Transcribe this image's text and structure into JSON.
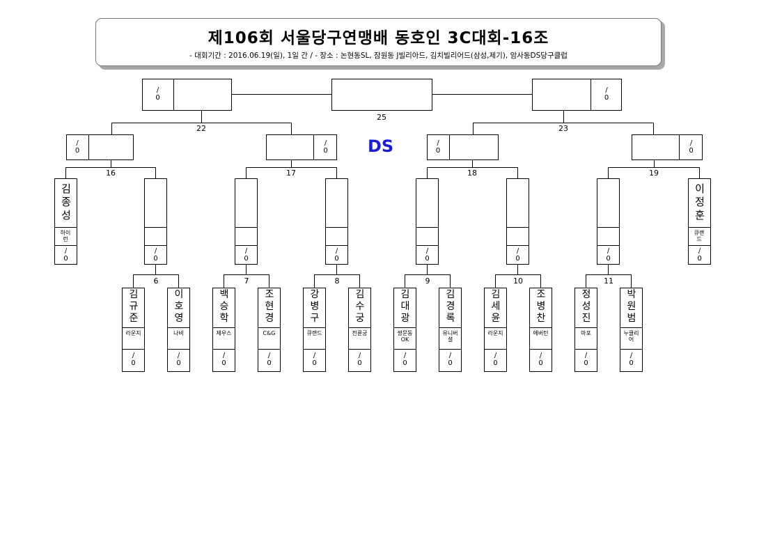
{
  "header": {
    "title": "제106회 서울당구연맹배 동호인 3C대회-16조",
    "subtitle": "- 대회기간 : 2016.06.19(일), 1일 간 / - 장소 : 논현동SL, 잠원동 J빌리아드, 김치빌리어드(삼성,제기), 암사동DS당구클럽"
  },
  "venue_mark": "DS",
  "score_blank": {
    "top": "/",
    "bottom": "0"
  },
  "match_numbers": [
    "6",
    "7",
    "8",
    "9",
    "10",
    "11",
    "16",
    "17",
    "18",
    "19",
    "22",
    "23",
    "25"
  ],
  "players_top": [
    {
      "name": "김종성",
      "club": "하이런"
    },
    {
      "name": "이정훈",
      "club": "큐랜드"
    }
  ],
  "players_bottom": [
    {
      "name": "김규준",
      "club": "라운지"
    },
    {
      "name": "이호영",
      "club": "나비"
    },
    {
      "name": "백승학",
      "club": "제우스"
    },
    {
      "name": "조현경",
      "club": "C&G"
    },
    {
      "name": "강병구",
      "club": "큐랜드"
    },
    {
      "name": "김수궁",
      "club": "전륜궁"
    },
    {
      "name": "김대광",
      "club": "쌍문동OK"
    },
    {
      "name": "김경록",
      "club": "유니버셜"
    },
    {
      "name": "김세윤",
      "club": "라운지"
    },
    {
      "name": "조병찬",
      "club": "에버턴"
    },
    {
      "name": "정성진",
      "club": "마포"
    },
    {
      "name": "박원범",
      "club": "누클리어"
    }
  ]
}
